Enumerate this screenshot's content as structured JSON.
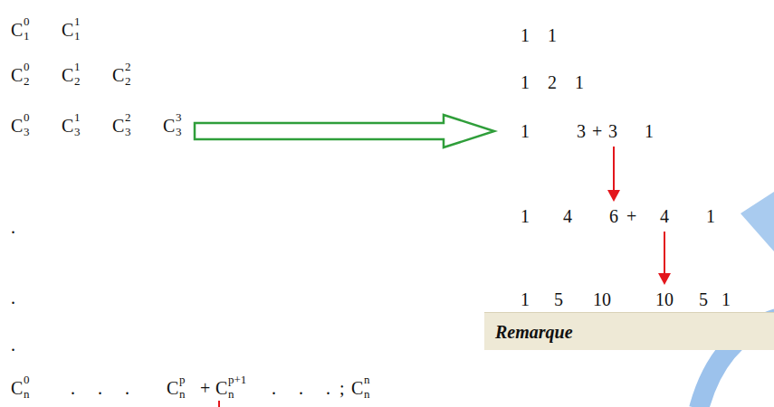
{
  "diagram": {
    "nodes": [
      {
        "text": [
          "Remarque"
        ]
      }
    ],
    "labels": [
      "C",
      "0",
      "1",
      "C",
      "1",
      "1",
      "C",
      "0",
      "2",
      "C",
      "1",
      "2",
      "C",
      "2",
      "2",
      "C",
      "0",
      "3",
      "C",
      "1",
      "3",
      "C",
      "2",
      "3",
      "C",
      "3",
      "3",
      ".",
      ".",
      ".",
      "C",
      "0",
      "n",
      ". . .",
      "C",
      "p",
      "n",
      "+",
      "C",
      "p+1",
      "n",
      ". . .;",
      "C",
      "n",
      "n",
      "1",
      "1",
      "1",
      "2",
      "1",
      "1",
      "3",
      "+",
      "3",
      "1",
      "1",
      "4",
      "6",
      "+",
      "4",
      "1",
      "1",
      "5",
      "10",
      "10",
      "5",
      "1"
    ]
  }
}
